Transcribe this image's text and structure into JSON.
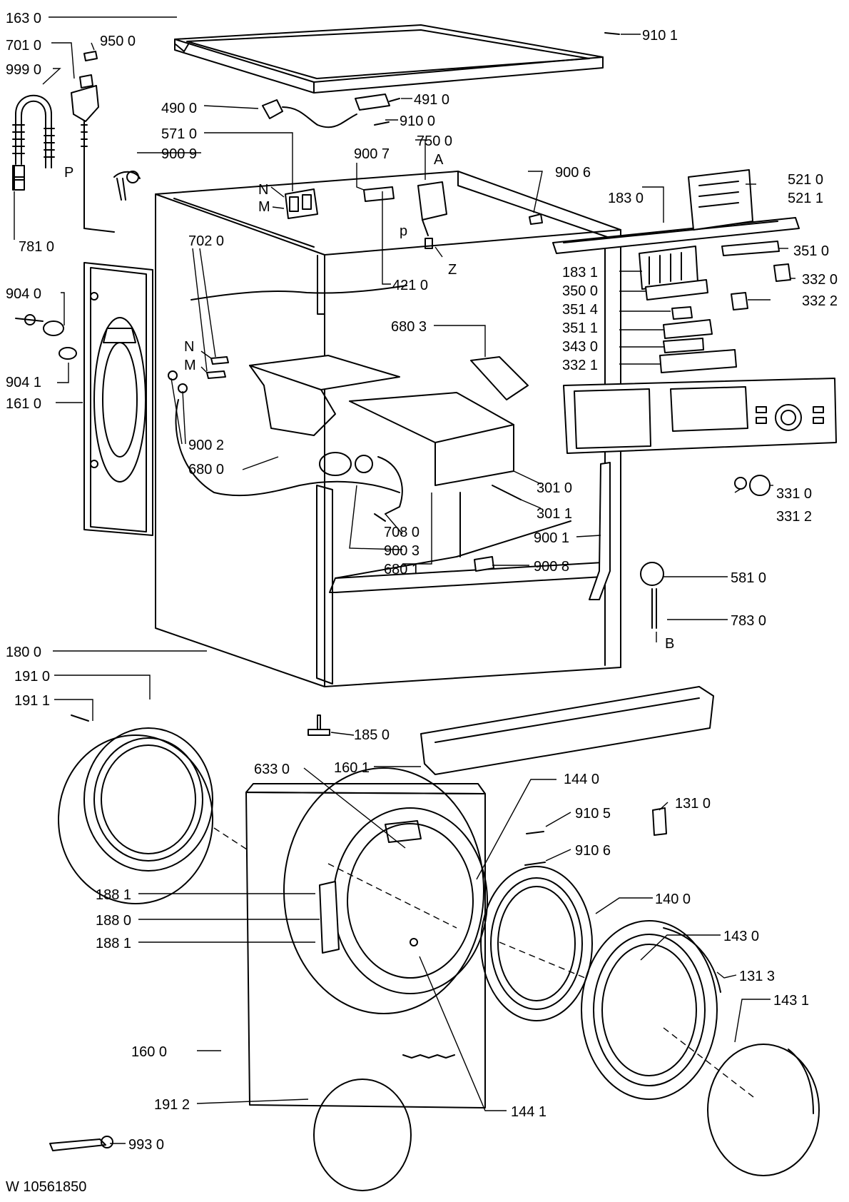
{
  "diagram": {
    "document_code": "W 10561850",
    "labels": [
      {
        "id": "l1630",
        "text": "163 0"
      },
      {
        "id": "l9101",
        "text": "910 1"
      },
      {
        "id": "l7010",
        "text": "701 0"
      },
      {
        "id": "l9500",
        "text": "950 0"
      },
      {
        "id": "l9990",
        "text": "999 0"
      },
      {
        "id": "l4900",
        "text": "490 0"
      },
      {
        "id": "l4910",
        "text": "491 0"
      },
      {
        "id": "l9100",
        "text": "910 0"
      },
      {
        "id": "l5710",
        "text": "571 0"
      },
      {
        "id": "l7500",
        "text": "750 0"
      },
      {
        "id": "l9009",
        "text": "900 9"
      },
      {
        "id": "l9007",
        "text": "900 7"
      },
      {
        "id": "lA",
        "text": "A"
      },
      {
        "id": "lP1",
        "text": "P"
      },
      {
        "id": "l9006",
        "text": "900 6"
      },
      {
        "id": "lN1",
        "text": "N"
      },
      {
        "id": "lM1",
        "text": "M"
      },
      {
        "id": "l1830",
        "text": "183 0"
      },
      {
        "id": "l5210",
        "text": "521 0"
      },
      {
        "id": "l5211",
        "text": "521 1"
      },
      {
        "id": "lp2",
        "text": "p"
      },
      {
        "id": "l7810",
        "text": "781 0"
      },
      {
        "id": "lZ",
        "text": "Z"
      },
      {
        "id": "l7020",
        "text": "702 0"
      },
      {
        "id": "l3510",
        "text": "351 0"
      },
      {
        "id": "l1831",
        "text": "183 1"
      },
      {
        "id": "l3320",
        "text": "332 0"
      },
      {
        "id": "l4210",
        "text": "421 0"
      },
      {
        "id": "l9040",
        "text": "904 0"
      },
      {
        "id": "l3500",
        "text": "350 0"
      },
      {
        "id": "l3322",
        "text": "332 2"
      },
      {
        "id": "l3514",
        "text": "351 4"
      },
      {
        "id": "l6803",
        "text": "680 3"
      },
      {
        "id": "l3511",
        "text": "351 1"
      },
      {
        "id": "l3430",
        "text": "343 0"
      },
      {
        "id": "lN2",
        "text": "N"
      },
      {
        "id": "lM2",
        "text": "M"
      },
      {
        "id": "l3321",
        "text": "332 1"
      },
      {
        "id": "l9041",
        "text": "904 1"
      },
      {
        "id": "l1610",
        "text": "161 0"
      },
      {
        "id": "l9002",
        "text": "900 2"
      },
      {
        "id": "l6800",
        "text": "680 0"
      },
      {
        "id": "l3010",
        "text": "301 0"
      },
      {
        "id": "l3310",
        "text": "331 0"
      },
      {
        "id": "l3011",
        "text": "301 1"
      },
      {
        "id": "l3312",
        "text": "331 2"
      },
      {
        "id": "l7080",
        "text": "708 0"
      },
      {
        "id": "l9001",
        "text": "900 1"
      },
      {
        "id": "l9003",
        "text": "900 3"
      },
      {
        "id": "l6801",
        "text": "680 1"
      },
      {
        "id": "l9008",
        "text": "900 8"
      },
      {
        "id": "l5810",
        "text": "581 0"
      },
      {
        "id": "l7830",
        "text": "783 0"
      },
      {
        "id": "lB",
        "text": "B"
      },
      {
        "id": "l1800",
        "text": "180 0"
      },
      {
        "id": "l1910",
        "text": "191 0"
      },
      {
        "id": "l1911",
        "text": "191 1"
      },
      {
        "id": "l1850",
        "text": "185 0"
      },
      {
        "id": "l6330",
        "text": "633 0"
      },
      {
        "id": "l1601",
        "text": "160 1"
      },
      {
        "id": "l1440",
        "text": "144 0"
      },
      {
        "id": "l9105",
        "text": "910 5"
      },
      {
        "id": "l1310",
        "text": "131 0"
      },
      {
        "id": "l9106",
        "text": "910 6"
      },
      {
        "id": "l1881a",
        "text": "188 1"
      },
      {
        "id": "l1400",
        "text": "140 0"
      },
      {
        "id": "l1880",
        "text": "188 0"
      },
      {
        "id": "l1430",
        "text": "143 0"
      },
      {
        "id": "l1881b",
        "text": "188 1"
      },
      {
        "id": "l1313",
        "text": "131 3"
      },
      {
        "id": "l1431",
        "text": "143 1"
      },
      {
        "id": "l1600",
        "text": "160 0"
      },
      {
        "id": "l1912",
        "text": "191 2"
      },
      {
        "id": "l1441",
        "text": "144 1"
      },
      {
        "id": "l9930",
        "text": "993 0"
      }
    ]
  }
}
